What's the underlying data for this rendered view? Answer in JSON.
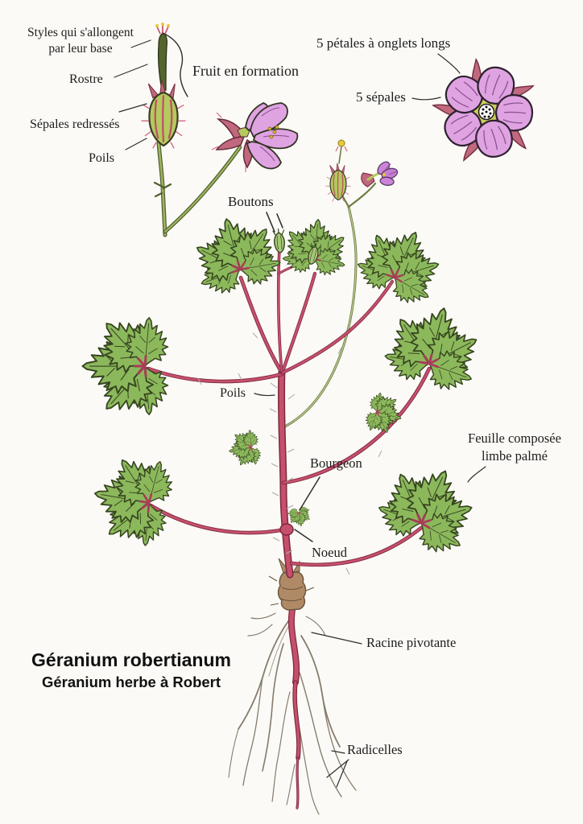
{
  "title": {
    "latin": "Géranium robertianum",
    "vernacular": "Géranium herbe à Robert"
  },
  "labels": {
    "styles": "Styles qui s'allongent\npar leur base",
    "rostre": "Rostre",
    "sepales_redresses": "Sépales redressés",
    "poils_fruit": "Poils",
    "fruit_en_formation": "Fruit en formation",
    "petales": "5 pétales à onglets longs",
    "cinq_sepales": "5 sépales",
    "boutons": "Boutons",
    "poils_tige": "Poils",
    "bourgeon": "Bourgeon",
    "noeud": "Noeud",
    "feuille": "Feuille composée\nlimbe palmé",
    "racine_pivotante": "Racine pivotante",
    "radicelles": "Radicelles"
  },
  "colors": {
    "bg": "#fbfaf6",
    "ink": "#1c1c1c",
    "stem": "#c6506b",
    "stem-dark": "#7d2741",
    "leaf": "#8cb85c",
    "leaf-dark": "#36461f",
    "petal": "#dfa3e2",
    "sepal": "#c0697e",
    "calyx": "#b4c95e",
    "root-brown": "#b08a66"
  }
}
